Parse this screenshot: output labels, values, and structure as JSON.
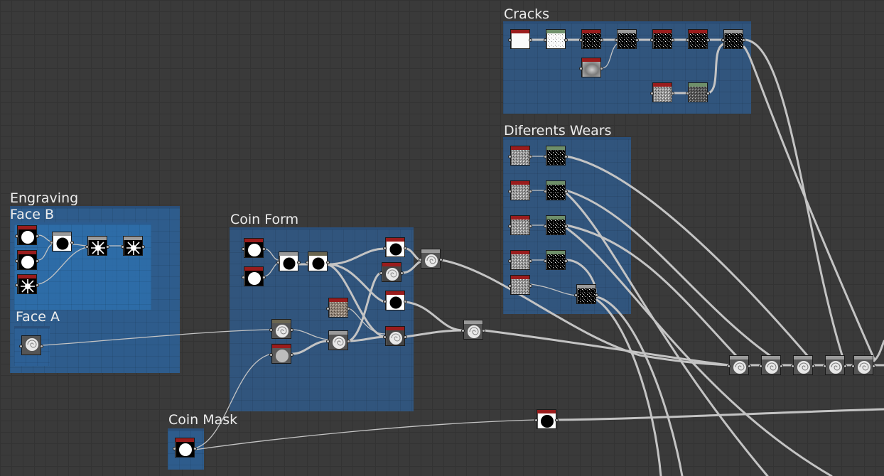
{
  "app": {
    "colors": {
      "background": "#3a3a3a",
      "frame": "#305a8a",
      "wire": "#c4c4c4",
      "header_red": "#9a1c1c",
      "header_green": "#6f8f6a",
      "header_gray": "#9a9a9a",
      "header_olive": "#6b6650"
    }
  },
  "frames": [
    {
      "id": "cracks",
      "title": "Cracks"
    },
    {
      "id": "wears",
      "title": "Diferents Wears"
    },
    {
      "id": "engraving",
      "title": "Engraving"
    },
    {
      "id": "faceb",
      "title": "Face B"
    },
    {
      "id": "facea",
      "title": "Face A"
    },
    {
      "id": "coinform",
      "title": "Coin Form"
    },
    {
      "id": "coinmask",
      "title": "Coin Mask"
    }
  ],
  "nodes": [
    {
      "id": "c1",
      "header": "red",
      "thumb": "white"
    },
    {
      "id": "c2",
      "header": "green",
      "thumb": "speckle-white"
    },
    {
      "id": "c3",
      "header": "red",
      "thumb": "black"
    },
    {
      "id": "c4",
      "header": "gray",
      "thumb": "black"
    },
    {
      "id": "c5",
      "header": "red",
      "thumb": "black"
    },
    {
      "id": "c6",
      "header": "red",
      "thumb": "black"
    },
    {
      "id": "c7",
      "header": "gray",
      "thumb": "black"
    },
    {
      "id": "c8",
      "header": "red",
      "thumb": "blur"
    },
    {
      "id": "c9",
      "header": "red",
      "thumb": "noise"
    },
    {
      "id": "c10",
      "header": "green",
      "thumb": "noise-dark"
    },
    {
      "id": "w1",
      "header": "red",
      "thumb": "noise"
    },
    {
      "id": "w2",
      "header": "red",
      "thumb": "noise"
    },
    {
      "id": "w3",
      "header": "red",
      "thumb": "noise"
    },
    {
      "id": "w4",
      "header": "red",
      "thumb": "noise"
    },
    {
      "id": "w5",
      "header": "red",
      "thumb": "noise"
    },
    {
      "id": "w6",
      "header": "green",
      "thumb": "black"
    },
    {
      "id": "w7",
      "header": "green",
      "thumb": "black"
    },
    {
      "id": "w8",
      "header": "green",
      "thumb": "black"
    },
    {
      "id": "w9",
      "header": "green",
      "thumb": "black"
    },
    {
      "id": "w10",
      "header": "gray",
      "thumb": "black"
    },
    {
      "id": "b1",
      "header": "red",
      "thumb": "circle"
    },
    {
      "id": "b2",
      "header": "red",
      "thumb": "circle"
    },
    {
      "id": "b3",
      "header": "red",
      "thumb": "star"
    },
    {
      "id": "b4",
      "header": "gray",
      "thumb": "ring"
    },
    {
      "id": "b5",
      "header": "gray",
      "thumb": "star"
    },
    {
      "id": "b6",
      "header": "gray",
      "thumb": "star"
    },
    {
      "id": "a1",
      "header": "none",
      "thumb": "spiral"
    },
    {
      "id": "f1",
      "header": "red",
      "thumb": "circle"
    },
    {
      "id": "f2",
      "header": "red",
      "thumb": "circle"
    },
    {
      "id": "f3",
      "header": "gray",
      "thumb": "ring"
    },
    {
      "id": "f4",
      "header": "olive",
      "thumb": "ring"
    },
    {
      "id": "f5",
      "header": "red",
      "thumb": "ring"
    },
    {
      "id": "f6",
      "header": "red",
      "thumb": "spiral-red"
    },
    {
      "id": "f7",
      "header": "red",
      "thumb": "ring"
    },
    {
      "id": "f8",
      "header": "red",
      "thumb": "spiral-red"
    },
    {
      "id": "f9",
      "header": "gray",
      "thumb": "spiral"
    },
    {
      "id": "f10",
      "header": "red",
      "thumb": "noise-brown"
    },
    {
      "id": "f11",
      "header": "olive",
      "thumb": "spiral"
    },
    {
      "id": "f12",
      "header": "red",
      "thumb": "gray-circle"
    },
    {
      "id": "f13",
      "header": "gray",
      "thumb": "spiral"
    },
    {
      "id": "m1",
      "header": "red",
      "thumb": "circle"
    },
    {
      "id": "x1",
      "header": "gray",
      "thumb": "spiral"
    },
    {
      "id": "k1",
      "header": "red",
      "thumb": "black-circle"
    },
    {
      "id": "o1",
      "header": "gray",
      "thumb": "spiral"
    },
    {
      "id": "o2",
      "header": "gray",
      "thumb": "spiral"
    },
    {
      "id": "o3",
      "header": "gray",
      "thumb": "spiral"
    },
    {
      "id": "o4",
      "header": "gray",
      "thumb": "spiral"
    },
    {
      "id": "o5",
      "header": "gray",
      "thumb": "spiral"
    }
  ]
}
